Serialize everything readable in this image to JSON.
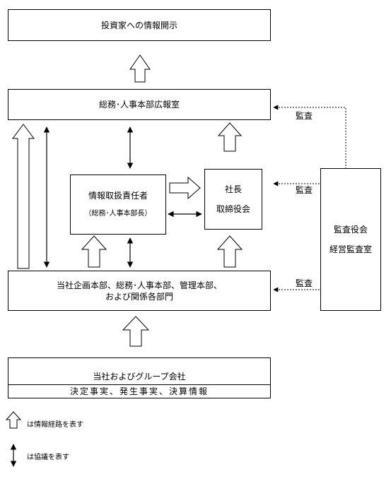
{
  "boxes": {
    "disclosure": "投資家への情報開示",
    "general_affairs_pr": "総務･人事本部広報室",
    "info_officer": {
      "title": "情報取扱責任者",
      "sub": "（総務･人事本部長）"
    },
    "president": {
      "line1": "社長",
      "line2": "取締役会"
    },
    "audit": {
      "line1": "監査役会",
      "line2": "経営監査室"
    },
    "departments": {
      "line1": "当社企画本部、総務･人事本部、管理本部、",
      "line2": "および関係各部門"
    },
    "group": {
      "title": "当社およびグループ会社",
      "facts": "決定事実、発生事実、決算情報"
    }
  },
  "audit_labels": [
    "監査",
    "監査",
    "監査"
  ],
  "legend": {
    "info_route": "は情報経路を表す",
    "consultation": "は協議を表す"
  }
}
